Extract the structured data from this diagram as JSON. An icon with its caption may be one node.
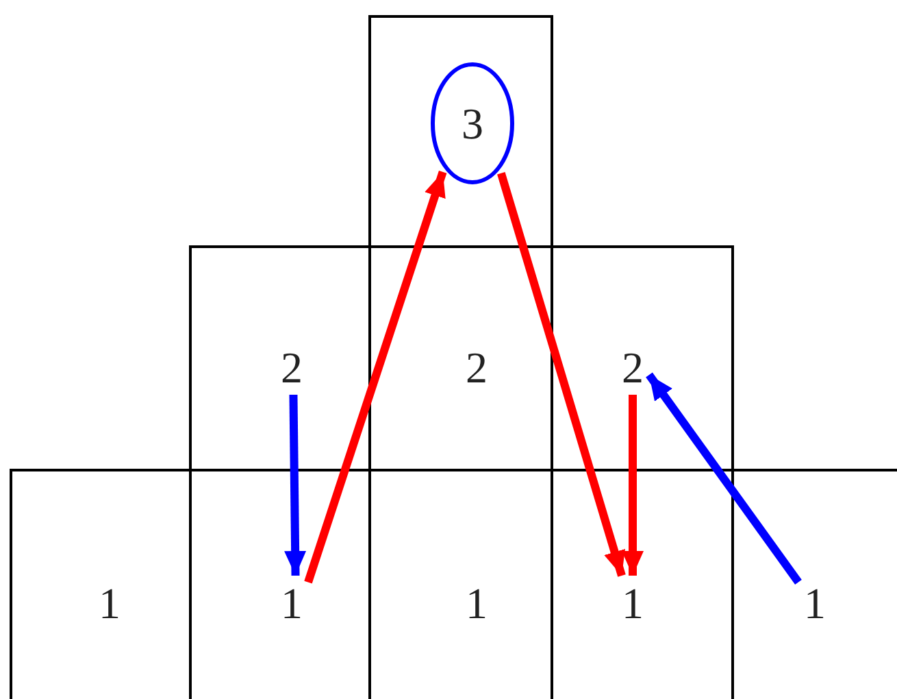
{
  "diagram": {
    "nodes": [
      {
        "text": [
          "3"
        ]
      },
      {
        "text": [
          "2"
        ]
      },
      {
        "text": [
          "2"
        ]
      },
      {
        "text": [
          "2"
        ]
      },
      {
        "text": [
          "1"
        ]
      },
      {
        "text": [
          "1"
        ]
      },
      {
        "text": [
          "1"
        ]
      },
      {
        "text": [
          "1"
        ]
      },
      {
        "text": [
          "1"
        ]
      }
    ],
    "edges": [
      {
        "from": 1,
        "to": 5,
        "arrow": "to",
        "color": "#0000ff"
      },
      {
        "from": 5,
        "to": 0,
        "arrow": "to"
      },
      {
        "from": 0,
        "to": 7,
        "arrow": "to"
      },
      {
        "from": 3,
        "to": 7,
        "arrow": "to"
      },
      {
        "from": 8,
        "to": 3,
        "arrow": "to",
        "color": "#0000ff"
      }
    ]
  }
}
